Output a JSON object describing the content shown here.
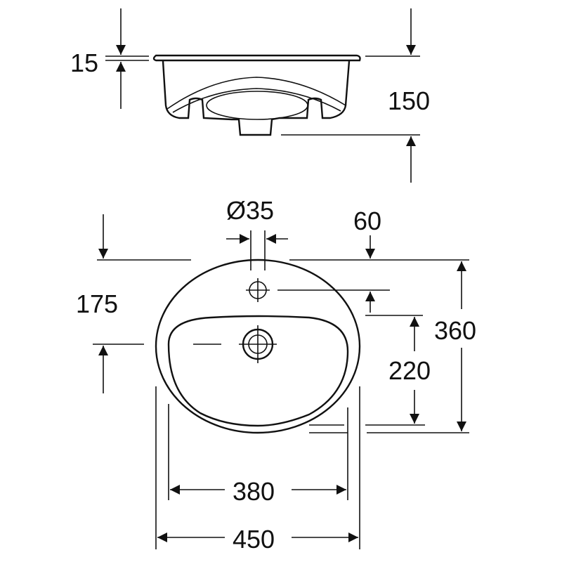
{
  "side_view": {
    "rim_thickness_label": "15",
    "total_height_label": "150"
  },
  "top_view": {
    "tap_hole_diameter_label": "Ø35",
    "tap_hole_offset_label": "60",
    "drain_offset_label": "175",
    "depth_label": "360",
    "basin_depth_label": "220",
    "basin_width_label": "380",
    "total_width_label": "450"
  }
}
